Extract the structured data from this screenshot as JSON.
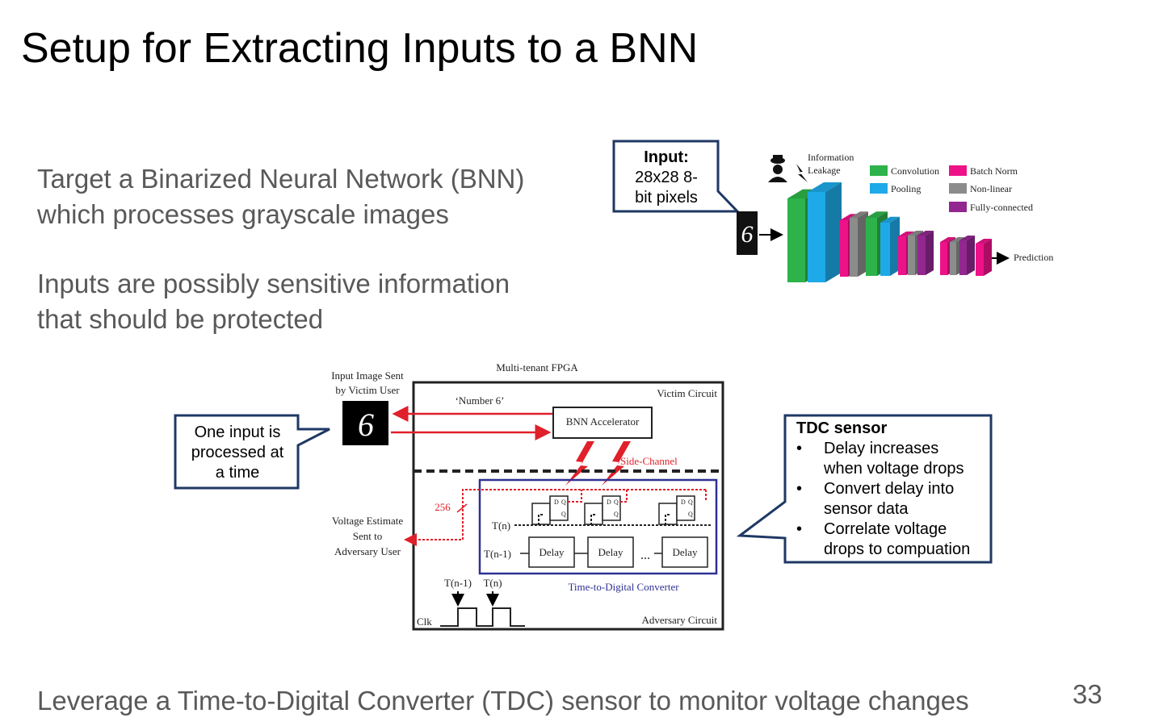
{
  "slide": {
    "title": "Setup for Extracting Inputs to a BNN",
    "bullet1_line1": "Target a Binarized Neural Network (BNN)",
    "bullet1_line2": "which processes grayscale images",
    "bullet2_line1": "Inputs are possibly sensitive information",
    "bullet2_line2": "that should be protected",
    "footer": "Leverage a Time-to-Digital Converter (TDC) sensor to monitor voltage changes",
    "page_number": "33"
  },
  "input_callout": {
    "heading": "Input:",
    "line1": "28x28 8-",
    "line2": "bit pixels"
  },
  "bnn_figure": {
    "input_digit": "6",
    "leakage_line1": "Information",
    "leakage_line2": "Leakage",
    "output_label": "Prediction",
    "legend": [
      {
        "label": "Convolution",
        "color": "#2db34a"
      },
      {
        "label": "Pooling",
        "color": "#1ea9e8"
      },
      {
        "label": "Batch Norm",
        "color": "#ee1289"
      },
      {
        "label": "Non-linear",
        "color": "#8c8c8c"
      },
      {
        "label": "Fully-connected",
        "color": "#92278f"
      }
    ]
  },
  "left_callout": {
    "line1": "One input is",
    "line2": "processed at",
    "line3": "a time"
  },
  "fpga_figure": {
    "input_label_line1": "Input Image Sent",
    "input_label_line2": "by Victim User",
    "input_digit": "6",
    "fpga_label": "Multi-tenant FPGA",
    "victim_label": "Victim Circuit",
    "number_label": "‘Number 6’",
    "accelerator_label": "BNN Accelerator",
    "side_channel_label": "Side-Channel",
    "bus_width": "256",
    "voltage_line1": "Voltage Estimate",
    "voltage_line2": "Sent to",
    "voltage_line3": "Adversary User",
    "tn_label": "T(n)",
    "tn1_label": "T(n-1)",
    "delay_label": "Delay",
    "ellipsis": "...",
    "tdc_label": "Time-to-Digital Converter",
    "clk_tn1": "T(n-1)",
    "clk_tn": "T(n)",
    "clk_label": "Clk",
    "adversary_label": "Adversary Circuit",
    "ff_d": "D",
    "ff_q": "Q"
  },
  "tdc_callout": {
    "heading": "TDC sensor",
    "bullet_symbol": "•",
    "items": [
      {
        "line1": "Delay increases",
        "line2": "when voltage drops"
      },
      {
        "line1": "Convert delay into",
        "line2": "sensor data"
      },
      {
        "line1": "Correlate voltage",
        "line2": "drops to compuation"
      }
    ]
  },
  "colors": {
    "callout_border": "#1f3864",
    "signal_red": "#e0202a",
    "tdc_blue": "#2e3192",
    "body_text": "#595959"
  }
}
